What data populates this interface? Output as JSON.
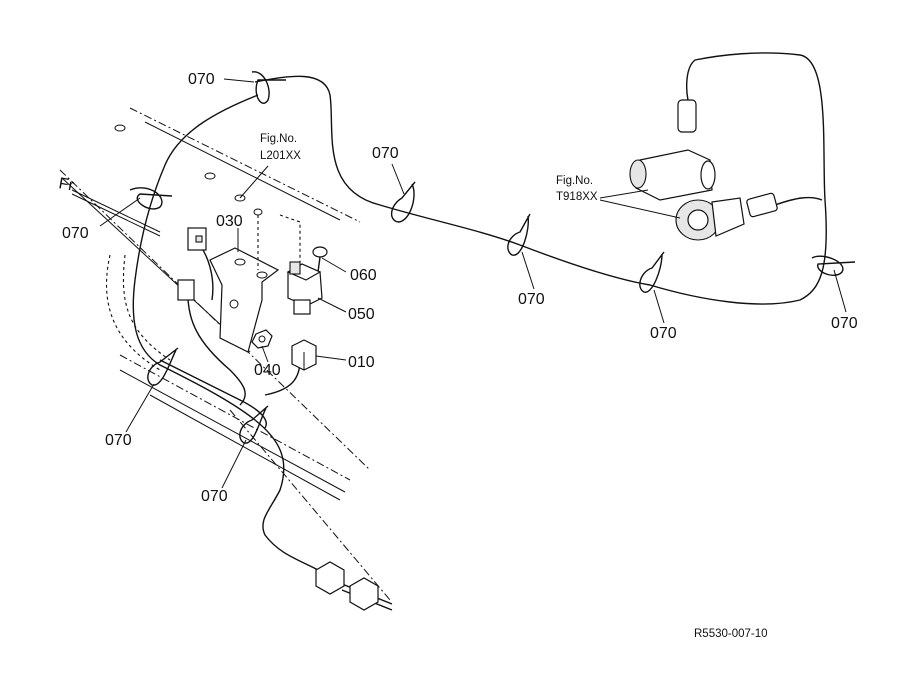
{
  "diagram": {
    "labels": {
      "clamp": "070",
      "relay": "050",
      "connector": "010",
      "bracket": "030",
      "nut": "040",
      "bolt": "060"
    },
    "fig_refs": [
      {
        "title": "Fig.No.",
        "code": "L201XX"
      },
      {
        "title": "Fig.No.",
        "code": "T918XX"
      }
    ],
    "front_marker": "Fr",
    "drawing_code": "R5530-007-10"
  }
}
